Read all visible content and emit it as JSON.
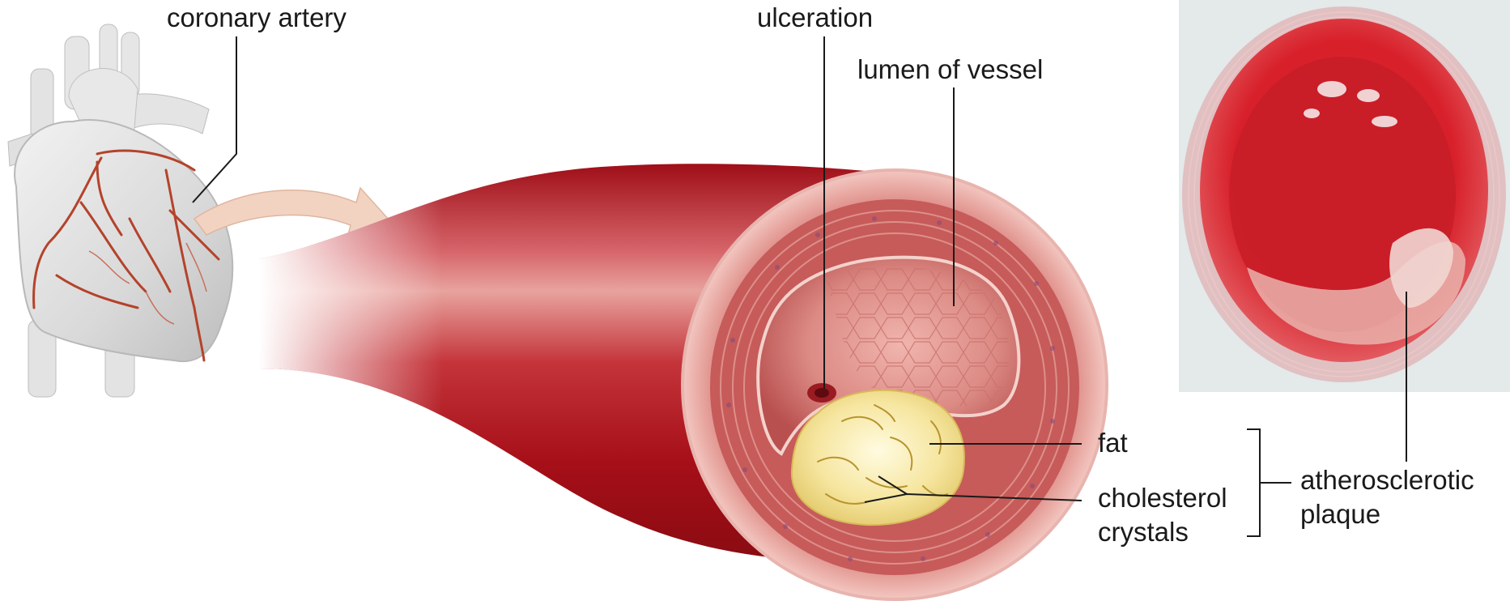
{
  "labels": {
    "coronary_artery": "coronary artery",
    "ulceration": "ulceration",
    "lumen_of_vessel": "lumen of vessel",
    "fat": "fat",
    "cholesterol_line1": "cholesterol",
    "cholesterol_line2": "crystals",
    "plaque_line1": "atherosclerotic",
    "plaque_line2": "plaque"
  },
  "colors": {
    "artery_red": "#b3121c",
    "artery_pink": "#e79a93",
    "vessel_wall": "#d56e6a",
    "fat_yellow": "#f7e7a3",
    "heart_gray": "#dcdcdc",
    "coronary_vessel": "#b4432b",
    "histology_red": "#d8202a",
    "arrow_fill": "#f2d3c1"
  },
  "icons": {
    "heart": "heart-illustration-icon",
    "arrow": "curved-arrow-icon",
    "histology": "histology-micrograph-icon"
  }
}
